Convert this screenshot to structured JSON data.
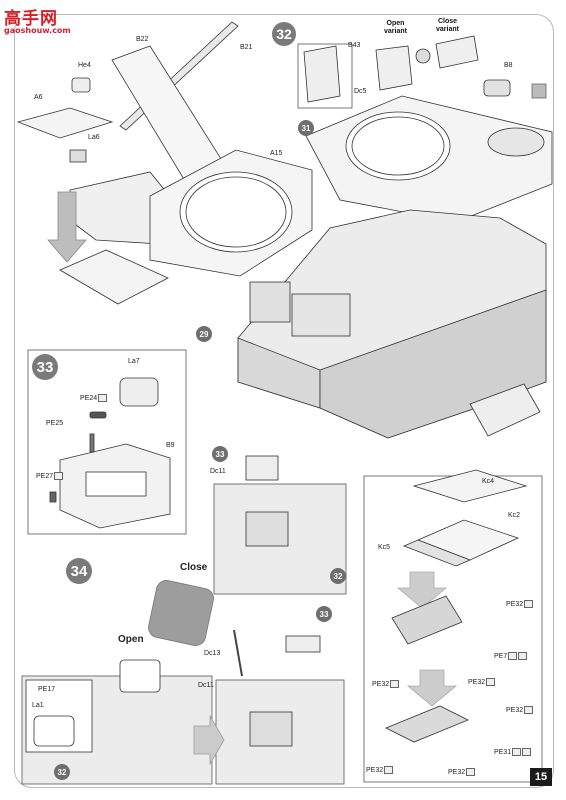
{
  "watermark": {
    "text": "高手网",
    "url": "gaoshouw.com"
  },
  "page_number": "15",
  "steps": {
    "s32": "32",
    "s31": "31",
    "s29": "29",
    "s33": "33",
    "s34": "34",
    "s33_close": "33",
    "s32_close": "32",
    "s33_open": "33",
    "s32_open": "32"
  },
  "variants": {
    "open": "Open\nvariant",
    "close": "Close\nvariant"
  },
  "headings": {
    "close": "Close",
    "open": "Open"
  },
  "parts": {
    "a6": "A6",
    "he4": "He4",
    "la6": "La6",
    "b22": "B22",
    "b21": "B21",
    "a15": "A15",
    "b43": "B43",
    "dc5": "Dc5",
    "b8": "B8",
    "la7": "La7",
    "pe24": "PE24",
    "pe25": "PE25",
    "b9": "B9",
    "pe27": "PE27",
    "dc11_close": "Dc11",
    "dc13": "Dc13",
    "dc11_open": "Dc11",
    "pe17": "PE17",
    "la1": "La1",
    "kc4": "Kc4",
    "kc2": "Kc2",
    "kc5": "Kc5",
    "pe32_a": "PE32",
    "pe7": "PE7",
    "pe32_b": "PE32",
    "pe32_c": "PE32",
    "pe32_d": "PE32",
    "pe31": "PE31",
    "pe32_e": "PE32",
    "pe32_f": "PE32"
  }
}
